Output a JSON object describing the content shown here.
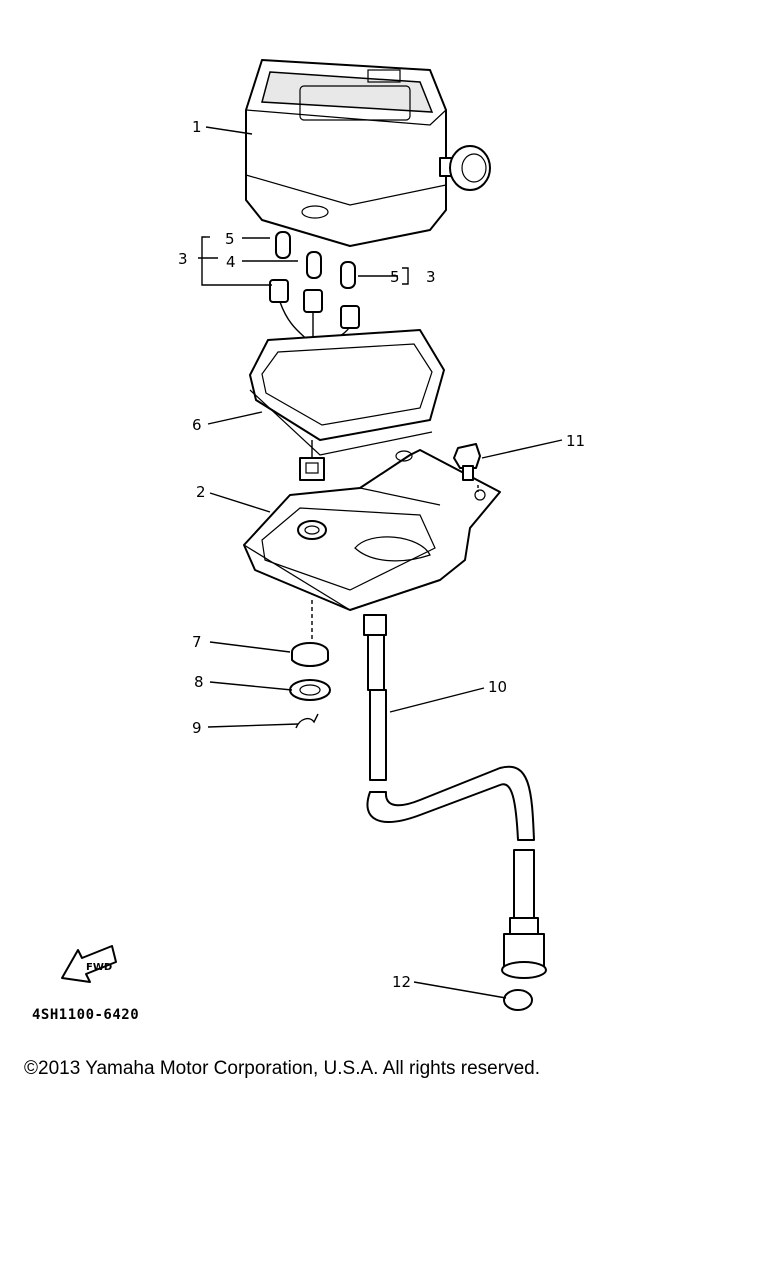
{
  "callouts": {
    "c1": "1",
    "c2": "2",
    "c3a": "3",
    "c3b": "3",
    "c4": "4",
    "c5a": "5",
    "c5b": "5",
    "c6": "6",
    "c7": "7",
    "c8": "8",
    "c9": "9",
    "c10": "10",
    "c11": "11",
    "c12": "12"
  },
  "fwd_label": "FWD",
  "part_code": "4SH1100-6420",
  "copyright": "©2013 Yamaha Motor Corporation, U.S.A. All rights reserved."
}
